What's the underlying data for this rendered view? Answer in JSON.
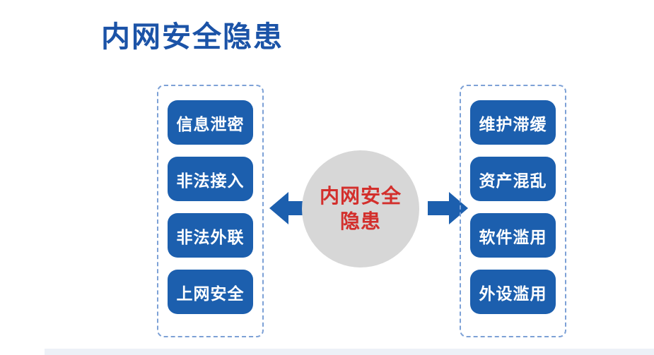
{
  "title": "内网安全隐患",
  "center": {
    "line1": "内网安全",
    "line2": "隐患"
  },
  "left_panel": {
    "items": [
      "信息泄密",
      "非法接入",
      "非法外联",
      "上网安全"
    ]
  },
  "right_panel": {
    "items": [
      "维护滞缓",
      "资产混乱",
      "软件滥用",
      "外设滥用"
    ]
  },
  "icons": {
    "left_arrow": "arrow-pointing-left",
    "right_arrow": "arrow-pointing-right"
  },
  "colors": {
    "title_blue": "#1b53a7",
    "pill_blue": "#1c5fae",
    "dashed_border_blue": "#7da1d6",
    "circle_gray": "#d7d7d7",
    "center_text_red": "#d32f2c",
    "bottom_strip": "#edf1f7"
  }
}
